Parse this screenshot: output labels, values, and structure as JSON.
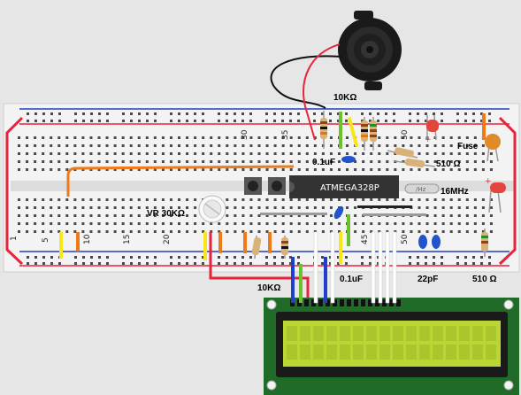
{
  "breadboard": {
    "column_labels": [
      "1",
      "5",
      "10",
      "15",
      "20",
      "30",
      "35",
      "45",
      "50"
    ],
    "rail_colors": {
      "positive": "#e8233a",
      "negative": "#1f3fbf"
    }
  },
  "components": {
    "buzzer_label": "",
    "top_resistor_label": "10KΩ",
    "cap_top_label": "0.1uF",
    "led_resistor_top_label": "510 Ω",
    "fuse_label": "Fuse",
    "crystal_label": "16MHz",
    "pot_label": "VR 30KΩ",
    "mcu_label": "ATMEGA328P",
    "bottom_resistor_label": "10KΩ",
    "cap_bottom_label": "0.1uF",
    "cap_22pf_label": "22pF",
    "led_resistor_bottom_label": "510 Ω",
    "crystal_marking": "/Hz"
  },
  "colors": {
    "board": "#f4f4f4",
    "mcu": "#333333",
    "lcd_pcb": "#1f6b27",
    "lcd_screen": "#b9d634",
    "wire_red": "#e8233a",
    "wire_orange": "#ef7a1a",
    "wire_yellow": "#f5e71c",
    "wire_green": "#6cc22e",
    "wire_blue": "#1f3fd0",
    "wire_white": "#ffffff"
  }
}
